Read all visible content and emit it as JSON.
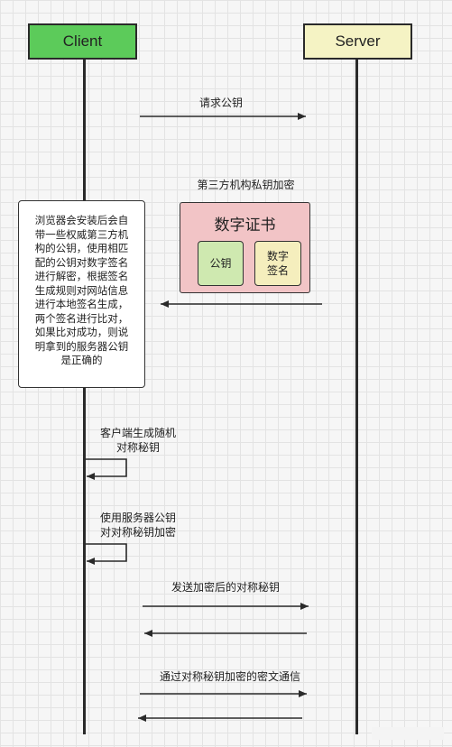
{
  "actors": {
    "client": "Client",
    "server": "Server"
  },
  "messages": {
    "request_pubkey": "请求公钥",
    "third_party_sign": "第三方机构私钥加密",
    "gen_key_line1": "客户端生成随机",
    "gen_key_line2": "对称秘钥",
    "encrypt_line1": "使用服务器公钥",
    "encrypt_line2": "对对称秘钥加密",
    "send_encrypted": "发送加密后的对称秘钥",
    "communicate": "通过对称秘钥加密的密文通信"
  },
  "certificate": {
    "title": "数字证书",
    "pubkey": "公钥",
    "signature_line1": "数字",
    "signature_line2": "签名"
  },
  "note": {
    "lines": [
      "浏览器会安装后会自",
      "带一些权威第三方机",
      "构的公钥，使用相匹",
      "配的公钥对数字签名",
      "进行解密，根据签名",
      "生成规则对网站信息",
      "进行本地签名生成，",
      "两个签名进行比对，",
      "如果比对成功，则说",
      "明拿到的服务器公钥",
      "是正确的"
    ]
  },
  "colors": {
    "client_fill": "#5ccb5a",
    "server_fill": "#f5f3c4",
    "certificate_fill": "#f2c4c6",
    "pubkey_fill": "#cfe9b0",
    "signature_fill": "#f5eebd",
    "line": "#2a2a2a"
  }
}
